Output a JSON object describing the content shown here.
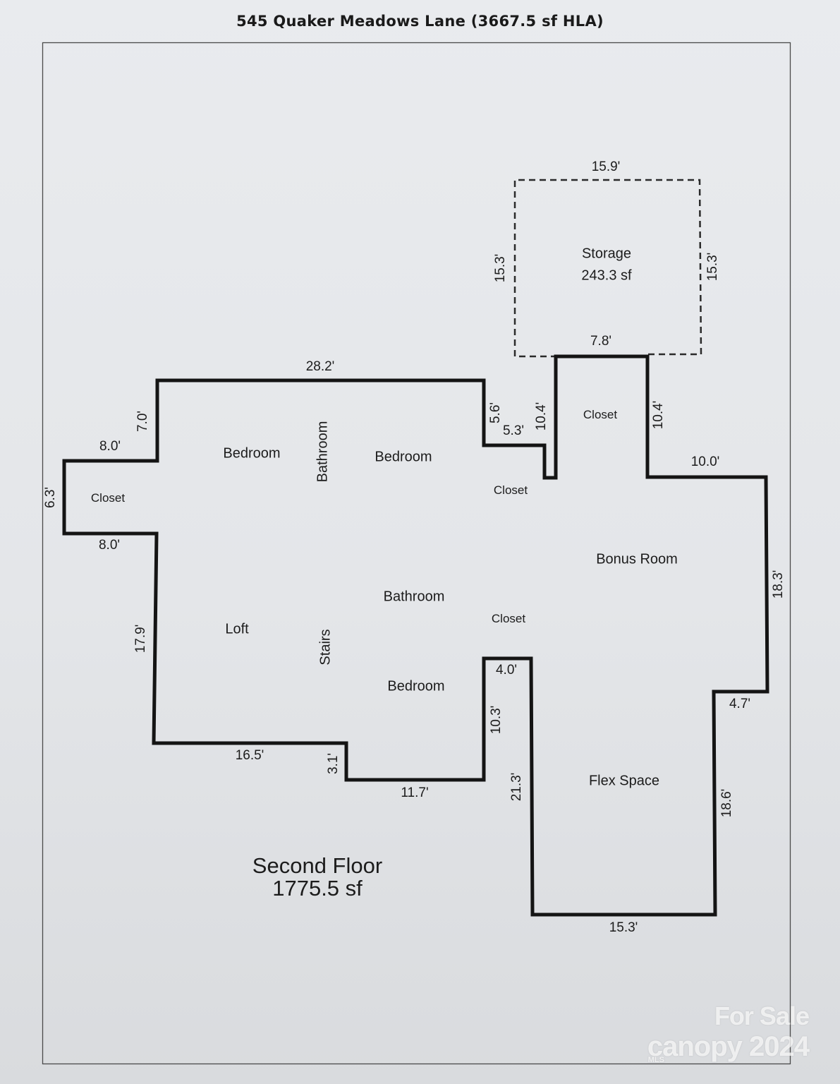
{
  "title": "545 Quaker Meadows Lane (3667.5 sf HLA)",
  "floor": {
    "name": "Second Floor",
    "area": "1775.5 sf"
  },
  "storage": {
    "name": "Storage",
    "area": "243.3 sf"
  },
  "rooms": {
    "bedroom_nw": "Bedroom",
    "bathroom_vertical": "Bathroom",
    "bedroom_ne": "Bedroom",
    "closet_w": "Closet",
    "closet_top": "Closet",
    "closet_mid_upper": "Closet",
    "bonus_room": "Bonus Room",
    "bathroom_center": "Bathroom",
    "closet_mid_lower": "Closet",
    "loft": "Loft",
    "stairs": "Stairs",
    "bedroom_s": "Bedroom",
    "flex_space": "Flex Space"
  },
  "dimensions": {
    "storage_top": "15.9'",
    "storage_left": "15.3'",
    "storage_right": "15.3'",
    "closet_top": "7.8'",
    "main_top": "28.2'",
    "nw_notch": "7.0'",
    "closet_w_top": "8.0'",
    "closet_w_side": "6.3'",
    "closet_w_bottom": "8.0'",
    "ne_step": "5.6'",
    "ne_step_w": "5.3'",
    "closet_left": "10.4'",
    "closet_right": "10.4'",
    "bonus_top": "10.0'",
    "bonus_right": "18.3'",
    "loft_left": "17.9'",
    "flex_notch_top": "4.0'",
    "notch_inner": "10.3'",
    "flex_step": "4.7'",
    "bottom_left": "16.5'",
    "bottom_step": "3.1'",
    "bottom_mid": "11.7'",
    "flex_left": "21.3'",
    "flex_right": "18.6'",
    "flex_bottom": "15.3'"
  },
  "watermark": {
    "line1": "For Sale",
    "brand": "canopy",
    "year": "2024",
    "sub": "MLS"
  }
}
